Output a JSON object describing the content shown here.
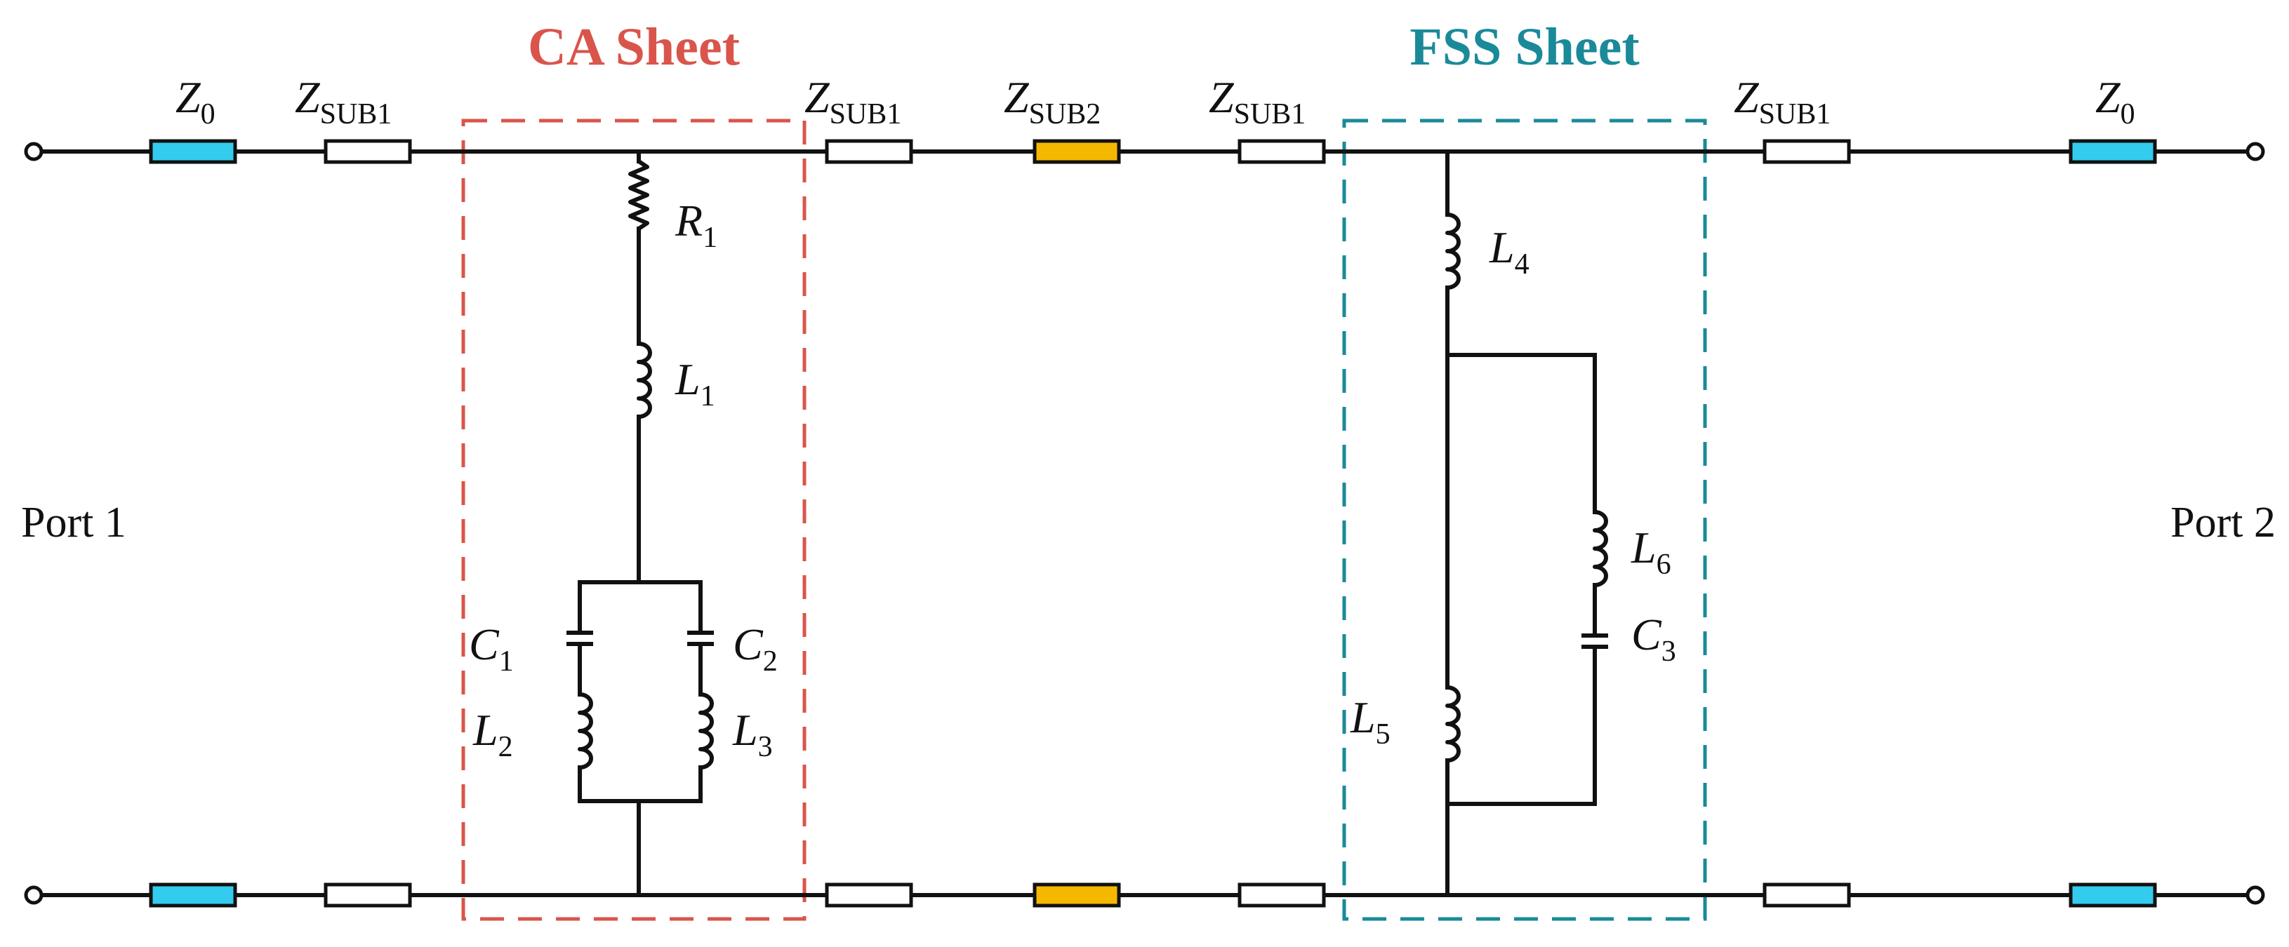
{
  "colors": {
    "z0_fill": "#33ccee",
    "zsub2_fill": "#f5b800",
    "ca_sheet": "#d9554b",
    "fss_sheet": "#1a8a99"
  },
  "titles": {
    "ca_sheet": "CA Sheet",
    "fss_sheet": "FSS Sheet"
  },
  "ports": {
    "port1": "Port 1",
    "port2": "Port 2"
  },
  "lines": {
    "z0_left": {
      "main": "Z",
      "sub": "0"
    },
    "zsub1_a": {
      "main": "Z",
      "sub": "SUB1"
    },
    "zsub1_b": {
      "main": "Z",
      "sub": "SUB1"
    },
    "zsub2": {
      "main": "Z",
      "sub": "SUB2"
    },
    "zsub1_c": {
      "main": "Z",
      "sub": "SUB1"
    },
    "zsub1_d": {
      "main": "Z",
      "sub": "SUB1"
    },
    "z0_right": {
      "main": "Z",
      "sub": "0"
    }
  },
  "components": {
    "r1": {
      "main": "R",
      "sub": "1"
    },
    "l1": {
      "main": "L",
      "sub": "1"
    },
    "c1": {
      "main": "C",
      "sub": "1"
    },
    "c2": {
      "main": "C",
      "sub": "2"
    },
    "l2": {
      "main": "L",
      "sub": "2"
    },
    "l3": {
      "main": "L",
      "sub": "3"
    },
    "l4": {
      "main": "L",
      "sub": "4"
    },
    "l5": {
      "main": "L",
      "sub": "5"
    },
    "l6": {
      "main": "L",
      "sub": "6"
    },
    "c3": {
      "main": "C",
      "sub": "3"
    }
  }
}
